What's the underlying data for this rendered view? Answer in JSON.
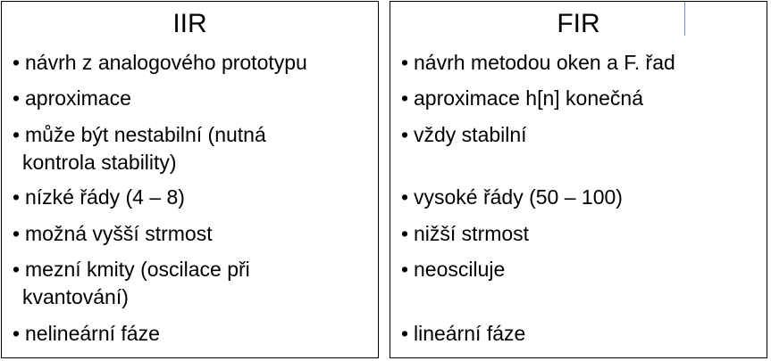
{
  "iir": {
    "title": "IIR",
    "items": [
      "návrh z analogového prototypu",
      "aproximace",
      "může být nestabilní (nutná",
      "kontrola stability)",
      "nízké řády (4 – 8)",
      "možná vyšší strmost",
      "mezní kmity (oscilace při",
      "kvantování)",
      "nelineární fáze"
    ]
  },
  "fir": {
    "title": "FIR",
    "items": [
      "návrh metodou oken a F. řad",
      "aproximace h[n] konečná",
      "vždy stabilní",
      "vysoké řády (50 – 100)",
      "nižší strmost",
      "neosciluje",
      "lineární fáze"
    ]
  }
}
